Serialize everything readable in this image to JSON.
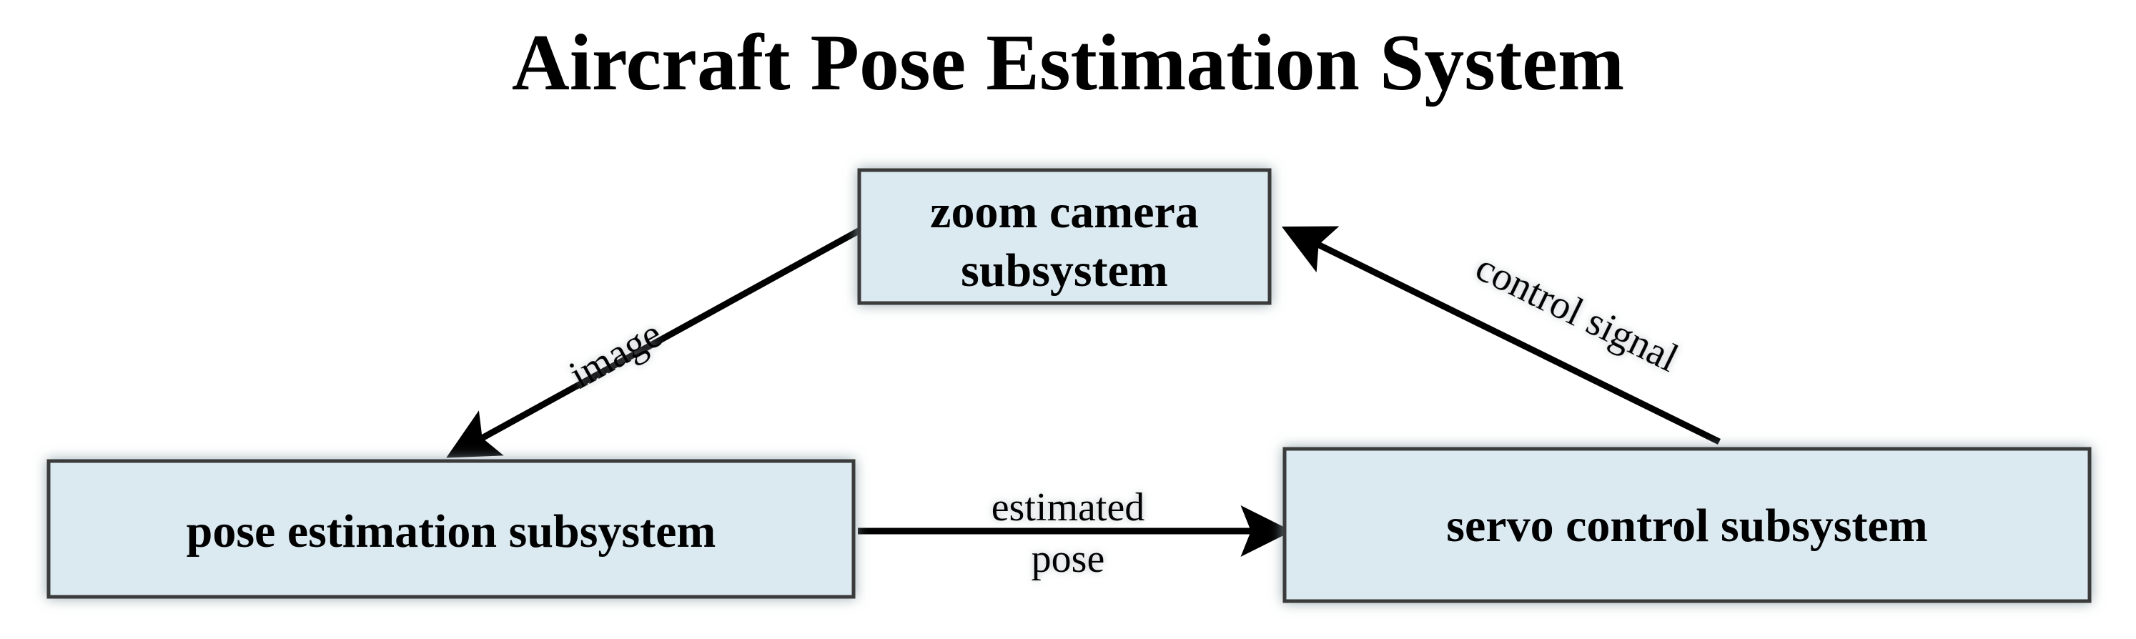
{
  "title": "Aircraft Pose Estimation System",
  "colors": {
    "box_fill": "#dbeaf1",
    "box_border": "#3a3a3a",
    "box_glow": "#8fa3a8",
    "arrow": "#000000"
  },
  "nodes": {
    "zoom_camera": {
      "line1": "zoom camera",
      "line2": "subsystem"
    },
    "pose_estimation": {
      "label": "pose estimation subsystem"
    },
    "servo_control": {
      "label": "servo control subsystem"
    }
  },
  "edges": {
    "image": {
      "label": "image"
    },
    "estimated_pose": {
      "line1": "estimated",
      "line2": "pose"
    },
    "control_signal": {
      "label": "control signal"
    }
  }
}
